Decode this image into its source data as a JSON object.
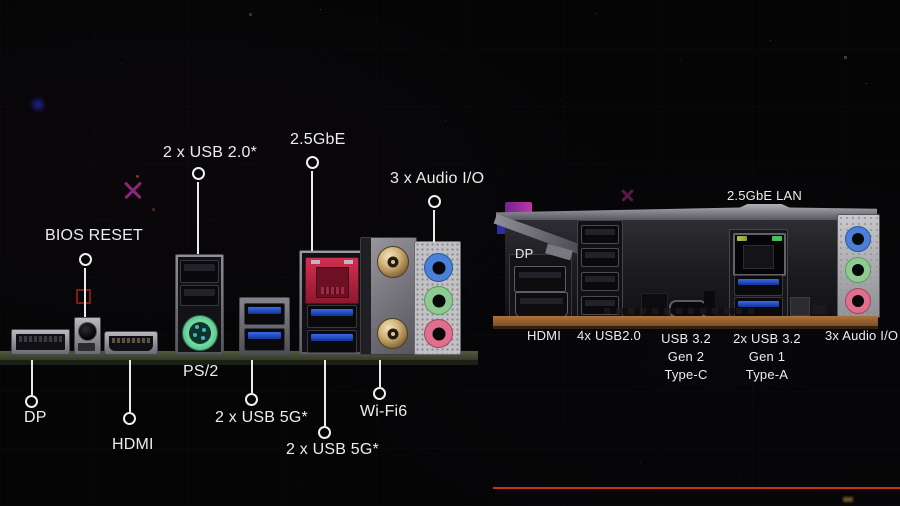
{
  "left_panel": {
    "callouts": {
      "usb20": "2 x USB 2.0*",
      "lan": "2.5GbE",
      "audio": "3 x Audio I/O",
      "bios_reset": "BIOS RESET",
      "ps2": "PS/2",
      "dp": "DP",
      "hdmi": "HDMI",
      "usb5g_upper": "2 x USB 5G*",
      "usb5g_lower": "2 x USB 5G*",
      "wifi": "Wi-Fi6"
    }
  },
  "right_panel": {
    "callouts": {
      "lan": "2.5GbE LAN",
      "dp": "DP",
      "hdmi": "HDMI",
      "usb20": "4x USB2.0",
      "usbc": "USB 3.2\nGen 2\nType-C",
      "usba": "2x USB 3.2\nGen 1\nType-A",
      "audio": "3x Audio I/O"
    }
  },
  "colors": {
    "progress_red": "#cc3418",
    "lan_port_red": "#bb1f3d",
    "usb3_blue": "#1d49b8",
    "audio_blue": "#4a80d8",
    "audio_green": "#8fcb90",
    "audio_pink": "#e06f8e",
    "ps2_green": "#4cba84",
    "pcb_green": "#4a5038",
    "pcb_orange": "#96622f"
  }
}
